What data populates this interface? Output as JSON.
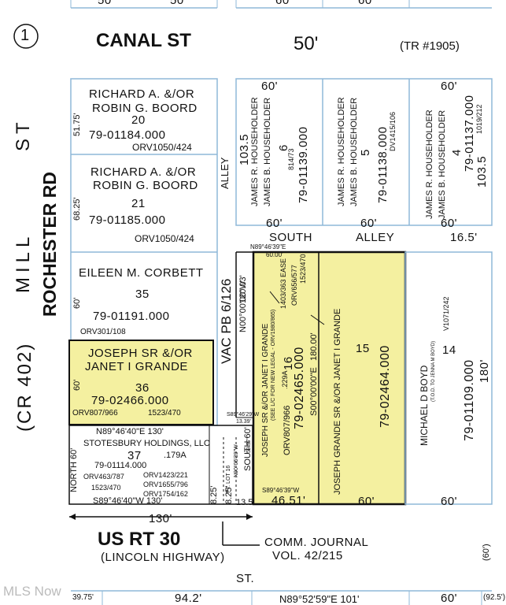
{
  "top_strip": {
    "left": "50",
    "left2": "50",
    "right": "60",
    "right2": "60"
  },
  "sheet_number": "1",
  "canal": {
    "street": "CANAL ST",
    "width": "50'",
    "tract": "(TR #1905)"
  },
  "mill_st": {
    "line1": "MILL",
    "line2": "ST"
  },
  "rochester": {
    "name": "ROCHESTER RD",
    "route": "(CR 402)"
  },
  "alley": {
    "label": "ALLEY",
    "south_alley": "SOUTH",
    "south_alley2": "ALLEY",
    "south_alley_width": "16.5'"
  },
  "vac": {
    "label": "VAC PB 6/126"
  },
  "lots": {
    "lot20": {
      "owner1": "RICHARD A. &/OR",
      "owner2": "ROBIN G. BOORD",
      "number": "20",
      "parcel": "79-01184.000",
      "ref": "ORV1050/424",
      "dim": "51.75'"
    },
    "lot21": {
      "owner1": "RICHARD A. &/OR",
      "owner2": "ROBIN G. BOORD",
      "number": "21",
      "parcel": "79-01185.000",
      "ref": "ORV1050/424",
      "dim": "68.25'"
    },
    "lot35": {
      "owner": "EILEEN M. CORBETT",
      "number": "35",
      "parcel": "79-01191.000",
      "ref": "ORV301/108",
      "dim": "60'"
    },
    "lot36": {
      "owner1": "JOSEPH SR &/OR",
      "owner2": "JANET I GRANDE",
      "number": "36",
      "parcel": "79-02466.000",
      "ref": "ORV807/966",
      "ref2": "1523/470",
      "dim": "60'"
    },
    "lot37": {
      "owner": "STOTESBURY HOLDINGS, LLC",
      "number": "37",
      "acres": ".179A",
      "parcel": "79-01114.000",
      "refs_left": [
        "ORV463/787",
        "1523/470"
      ],
      "refs_right": [
        "ORV1423/221",
        "ORV1655/796",
        "ORV1754/162"
      ],
      "north": "NORTH 60'",
      "bearing_top": "N89°46'40\"E  130'",
      "bearing_bottom": "S89°46'40\"W  130'"
    },
    "lot6": {
      "owner1": "JAMES R. HOUSEHOLDER",
      "owner2": "JAMES B. HOUSEHOLDER",
      "number": "6",
      "parcel": "79-01139.000",
      "ref": "814/73",
      "width": "60'",
      "depth": "103.5"
    },
    "lot5": {
      "owner1": "JAMES R. HOUSEHOLDER",
      "owner2": "JAMES B. HOUSEHOLDER",
      "number": "5",
      "parcel": "79-01138.000",
      "ref": "DV1415/106",
      "width": "60'"
    },
    "lot4": {
      "owner1": "JAMES R. HOUSEHOLDER",
      "owner2": "JAMES B. HOUSEHOLDER",
      "number": "4",
      "parcel": "79-01137.000",
      "ref": "1019/212",
      "width": "60'",
      "depth": "103.5"
    },
    "lot16": {
      "owner": "JOSEPH SR &/OR JANET I GRANDE",
      "note": "(SEE L/C FOR NEW LEGAL - ORV1980/865)",
      "ease": "1403/363 EASE",
      "ref1": "ORV656/577",
      "ref2": "1523/470",
      "ref3": "ORV807/966",
      "number": "16",
      "acres": ".229A",
      "parcel": "79-02465.000",
      "bearing_n": "N89°46'39\"E",
      "bearing_n_dist": "60.00'",
      "bearing_e": "N00°00'00\"W",
      "bearing_e_dist": "120.03'",
      "bearing_w": "S00°00'00\"E",
      "bearing_w_dist": "180.00'",
      "bearing_s": "S89°46'39\"W",
      "bearing_s_dist": "46.51'"
    },
    "lot15": {
      "owner": "JOSEPH GRANDE SR &/OR JANET I GRANDE",
      "number": "15",
      "parcel": "79-02464.000",
      "width": "60'"
    },
    "lot14": {
      "owner": "MICHAEL D BOYD",
      "note": "(T.O.D. TO JENNA M BOYD)",
      "ref": "V1071/242",
      "number": "14",
      "parcel": "79-01109.000",
      "depth": "180'",
      "width": "60'"
    }
  },
  "small_strip": {
    "bearing1": "S89°46'29\"W",
    "dist1": "13.39'",
    "b2": "N00°05'39\"W",
    "d2": "59.97'",
    "pt_lot": "PT. LOT 16",
    "south": "SOUTH 60'",
    "w1": "8.25'",
    "w2": "8.25'",
    "w3": "13.5'"
  },
  "us30": {
    "name": "US RT 30",
    "alt": "(LINCOLN HIGHWAY)",
    "width": "130'",
    "st": "ST."
  },
  "comm_journal": {
    "line1": "COMM. JOURNAL",
    "line2": "VOL. 42/215"
  },
  "right_edge": {
    "dim": "(60')"
  },
  "bottom_strip": {
    "a": "39.75'",
    "b": "94.2'",
    "c": "N89°52'59\"E 101'",
    "d": "60'",
    "e": "(92.5')"
  },
  "watermark": "MLS Now",
  "colors": {
    "highlight": "#f4f0a0",
    "line": "#111111",
    "parcel_line": "#8fb8d8"
  }
}
